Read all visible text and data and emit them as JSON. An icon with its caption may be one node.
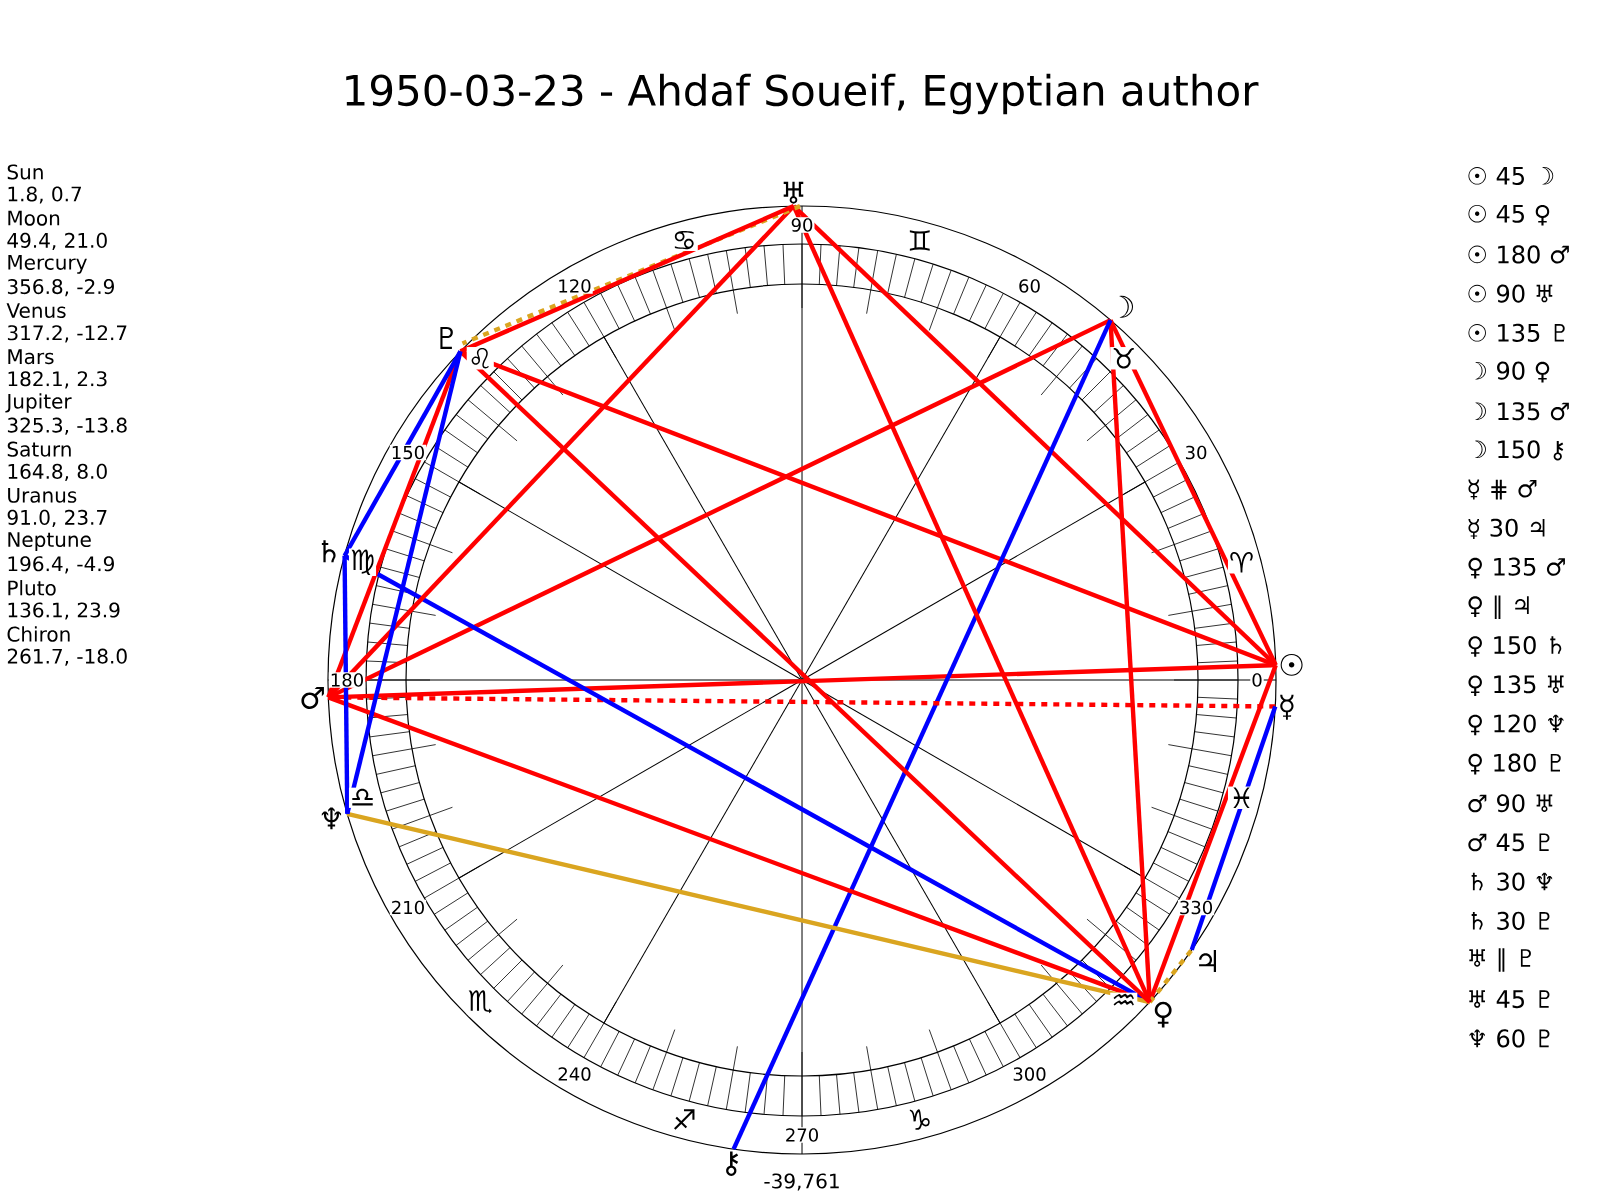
{
  "diagram": {
    "title": "1950-03-23 - Ahdaf Soueif, Egyptian author",
    "nodes": [
      {
        "text": [
          "☉"
        ]
      },
      {
        "text": [
          "☽"
        ]
      },
      {
        "text": [
          "☿"
        ]
      },
      {
        "text": [
          "♀"
        ]
      },
      {
        "text": [
          "♂"
        ]
      },
      {
        "text": [
          "♃"
        ]
      },
      {
        "text": [
          "♄"
        ]
      },
      {
        "text": [
          "♅"
        ]
      },
      {
        "text": [
          "♆"
        ]
      },
      {
        "text": [
          "♇"
        ]
      },
      {
        "text": [
          "⚷"
        ]
      }
    ],
    "edges": [
      {
        "from": 0,
        "to": 1,
        "arrow": "none"
      },
      {
        "from": 0,
        "to": 3,
        "arrow": "none"
      },
      {
        "from": 0,
        "to": 4,
        "arrow": "none"
      },
      {
        "from": 0,
        "to": 7,
        "arrow": "none"
      },
      {
        "from": 0,
        "to": 9,
        "arrow": "none"
      },
      {
        "from": 1,
        "to": 3,
        "arrow": "none"
      },
      {
        "from": 1,
        "to": 4,
        "arrow": "none"
      },
      {
        "from": 1,
        "to": 10,
        "arrow": "none",
        "color": "#0000ff"
      },
      {
        "from": 2,
        "to": 4,
        "arrow": "none",
        "style": "dashed"
      },
      {
        "from": 2,
        "to": 5,
        "arrow": "none",
        "color": "#0000ff"
      },
      {
        "from": 3,
        "to": 4,
        "arrow": "none"
      },
      {
        "from": 3,
        "to": 5,
        "arrow": "none",
        "style": "dashed",
        "color": "#daa520"
      },
      {
        "from": 3,
        "to": 6,
        "arrow": "none",
        "color": "#0000ff"
      },
      {
        "from": 3,
        "to": 7,
        "arrow": "none"
      },
      {
        "from": 3,
        "to": 8,
        "arrow": "none",
        "color": "#daa520"
      },
      {
        "from": 3,
        "to": 9,
        "arrow": "none"
      },
      {
        "from": 4,
        "to": 7,
        "arrow": "none"
      },
      {
        "from": 4,
        "to": 9,
        "arrow": "none"
      },
      {
        "from": 6,
        "to": 8,
        "arrow": "none",
        "color": "#0000ff"
      },
      {
        "from": 6,
        "to": 9,
        "arrow": "none",
        "color": "#0000ff"
      },
      {
        "from": 7,
        "to": 9,
        "arrow": "none",
        "style": "dashed",
        "color": "#daa520"
      },
      {
        "from": 7,
        "to": 9,
        "arrow": "none"
      },
      {
        "from": 8,
        "to": 9,
        "arrow": "none",
        "color": "#0000ff"
      }
    ],
    "labels": [
      "Sun",
      "1.8, 0.7",
      "Moon",
      "49.4, 21.0",
      "Mercury",
      "356.8, -2.9",
      "Venus",
      "317.2, -12.7",
      "Mars",
      "182.1, 2.3",
      "Jupiter",
      "325.3, -13.8",
      "Saturn",
      "164.8, 8.0",
      "Uranus",
      "91.0, 23.7",
      "Neptune",
      "196.4, -4.9",
      "Pluto",
      "136.1, 23.9",
      "Chiron",
      "261.7, -18.0",
      "0",
      "30",
      "60",
      "90",
      "120",
      "150",
      "180",
      "210",
      "240",
      "270",
      "300",
      "330",
      "♈",
      "♉",
      "♊",
      "♋",
      "♌",
      "♍",
      "♎",
      "♏",
      "♐",
      "♑",
      "♒",
      "♓",
      "☉ 45 ☽",
      "☉ 45 ♀",
      "☉ 180 ♂",
      "☉ 90 ♅",
      "☉ 135 ♇",
      "☽ 90 ♀",
      "☽ 135 ♂",
      "☽ 150 ⚷",
      "☿ ⋕ ♂",
      "☿ 30 ♃",
      "♀ 135 ♂",
      "♀ ∥ ♃",
      "♀ 150 ♄",
      "♀ 135 ♅",
      "♀ 120 ♆",
      "♀ 180 ♇",
      "♂ 90 ♅",
      "♂ 45 ♇",
      "♄ 30 ♆",
      "♄ 30 ♇",
      "♅ ∥ ♇",
      "♅ 45 ♇",
      "♆ 60 ♇",
      "-39,761"
    ]
  }
}
